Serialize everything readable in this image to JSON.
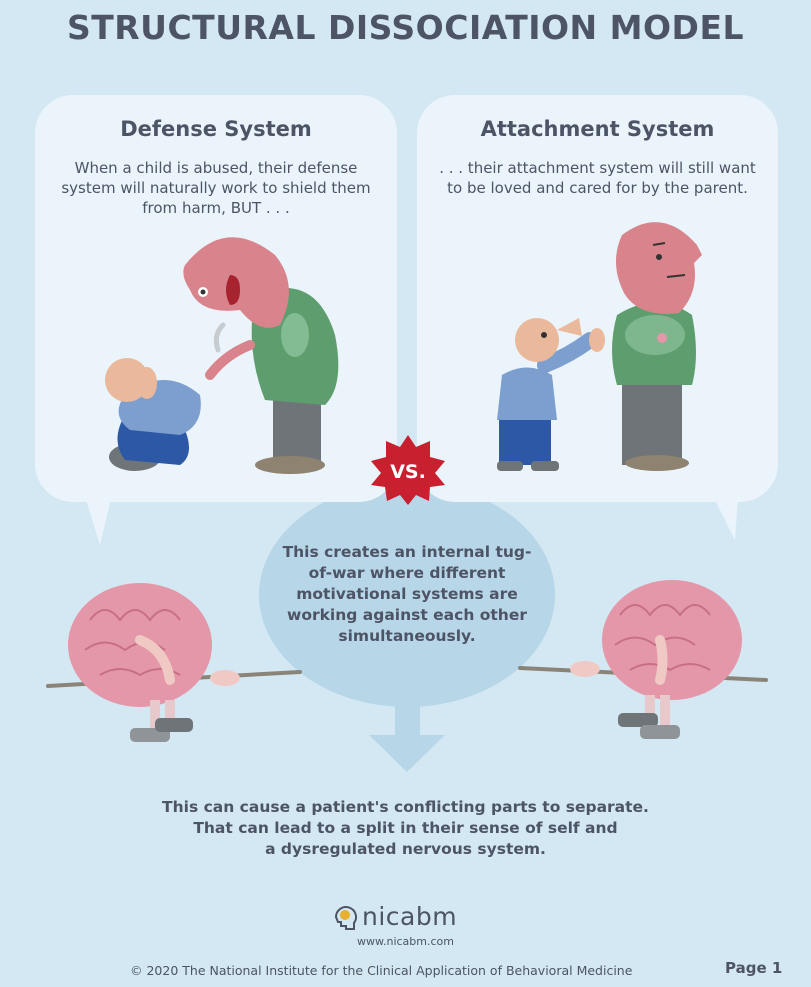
{
  "title": "STRUCTURAL DISSOCIATION MODEL",
  "defense": {
    "heading": "Defense System",
    "text": "When a child is abused, their defense system will naturally work to shield them from harm, BUT . . ."
  },
  "attachment": {
    "heading": "Attachment System",
    "text": ". . . their attachment system will still want to be loved and cared for by the parent."
  },
  "vs_label": "VS.",
  "center_text": "This creates an internal tug-of-war where different motivational systems are working against each other simultaneously.",
  "conclusion": {
    "line1": "This can cause a patient's conflicting parts to separate.",
    "line2": "That can lead to a split in their sense of self and",
    "line3": "a dysregulated nervous system."
  },
  "logo": {
    "name": "nicabm",
    "url": "www.nicabm.com",
    "icon": "head-icon"
  },
  "copyright": "© 2020 The National Institute for the Clinical Application of Behavioral Medicine",
  "page": "Page 1",
  "colors": {
    "background": "#d3e8f3",
    "bubble": "#eaf4fa",
    "text": "#4d5466",
    "parent_head": "#d9848c",
    "parent_body": "#5e9e6e",
    "child_body": "#7d9fcf",
    "vs_badge": "#c8202f",
    "brain": "#e497a8",
    "arrow": "#b7d6e8"
  }
}
